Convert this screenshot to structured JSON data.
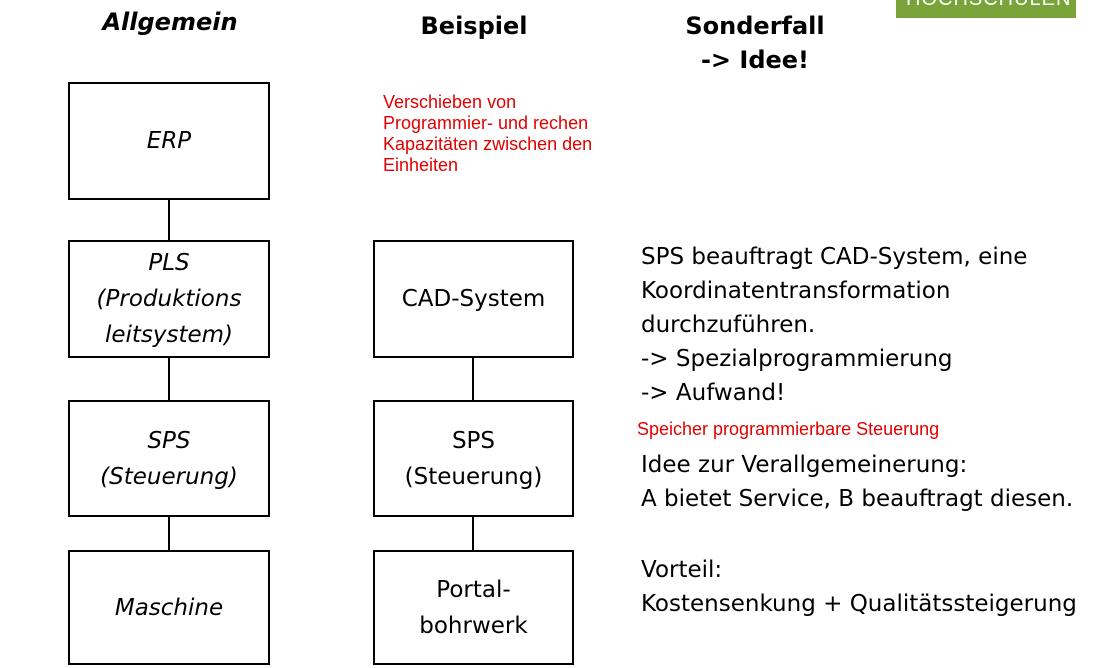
{
  "logo_text": "HOCHSCHULEN",
  "columns": {
    "general": "Allgemein",
    "example": "Beispiel",
    "special_line1": "Sonderfall",
    "special_line2": "-> Idee!"
  },
  "general_boxes": [
    "ERP",
    "PLS\n(Produktions\nleitsystem)",
    "SPS\n(Steuerung)",
    "Maschine"
  ],
  "example_boxes": [
    "CAD-System",
    "SPS\n(Steuerung)",
    "Portal-\nbohrwerk"
  ],
  "notes": {
    "shift_capacity": "Verschieben von\nProgrammier- und rechen\nKapazitäten zwischen den\nEinheiten",
    "sps_meaning": "Speicher programmierbare Steuerung"
  },
  "special_text": {
    "line1": "SPS beauftragt CAD-System, eine",
    "line2": "Koordinatentransformation",
    "line3": "durchzuführen.",
    "line4": "-> Spezialprogrammierung",
    "line5": "-> Aufwand!",
    "line6": "Idee zur Verallgemeinerung:",
    "line7": "A bietet Service, B beauftragt diesen.",
    "line8": "Vorteil:",
    "line9": "Kostensenkung + Qualitätssteigerung"
  },
  "colors": {
    "note": "#e00000",
    "logo": "#7aa33a"
  }
}
